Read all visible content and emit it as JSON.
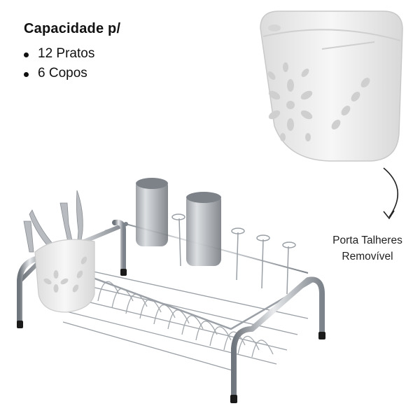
{
  "capacity": {
    "title": "Capacidade p/",
    "items": [
      "12 Pratos",
      "6 Copos"
    ]
  },
  "caption": {
    "line1": "Porta Talheres",
    "line2": "Removível"
  },
  "colors": {
    "text": "#111111",
    "chrome": "#9aa0a6",
    "caddy": "#f0f0f0",
    "feet": "#1a1a1a"
  }
}
